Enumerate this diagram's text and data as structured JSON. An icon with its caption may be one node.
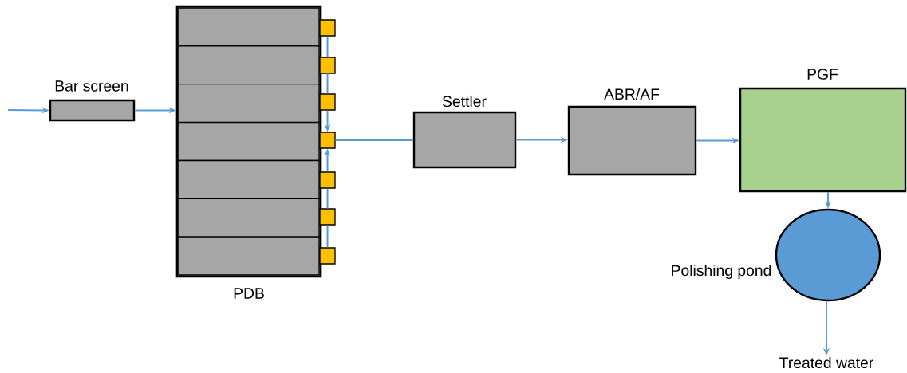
{
  "diagram": {
    "nodes": [
      {
        "text": [
          "Bar screen"
        ]
      },
      {
        "text": [
          "PDB"
        ]
      },
      {
        "text": [],
        "shape": "box",
        "in": 1
      },
      {
        "text": [],
        "shape": "box",
        "in": 1
      },
      {
        "text": [],
        "shape": "box",
        "in": 1
      },
      {
        "text": [],
        "shape": "box",
        "in": 1
      },
      {
        "text": [],
        "shape": "box",
        "in": 1
      },
      {
        "text": [],
        "shape": "box",
        "in": 1
      },
      {
        "text": [],
        "shape": "box",
        "in": 1
      },
      {
        "text": [],
        "shape": "box"
      },
      {
        "text": [],
        "shape": "box"
      },
      {
        "text": [],
        "shape": "box"
      },
      {
        "text": [],
        "shape": "box"
      },
      {
        "text": [],
        "shape": "box"
      },
      {
        "text": [],
        "shape": "box"
      },
      {
        "text": [],
        "shape": "box"
      },
      {
        "text": [
          "Settler"
        ]
      },
      {
        "text": [
          "ABR/AF"
        ]
      },
      {
        "text": [
          "PGF"
        ]
      },
      {
        "text": [
          "Polishing pond"
        ]
      },
      {
        "text": [
          "Treated water"
        ]
      }
    ],
    "edges": [
      {
        "from": null,
        "to": 0,
        "arrow": "to"
      },
      {
        "from": 0,
        "to": 1,
        "arrow": "to"
      },
      {
        "from": 9,
        "to": 10,
        "arrow": "none"
      },
      {
        "from": 10,
        "to": 11,
        "arrow": "none"
      },
      {
        "from": 11,
        "to": 12,
        "arrow": "to"
      },
      {
        "from": 15,
        "to": 14,
        "arrow": "none"
      },
      {
        "from": 14,
        "to": 13,
        "arrow": "none"
      },
      {
        "from": 13,
        "to": 12,
        "arrow": "to"
      },
      {
        "from": 12,
        "to": 16,
        "arrow": "none"
      },
      {
        "from": 16,
        "to": 17,
        "arrow": "to"
      },
      {
        "from": 17,
        "to": 18,
        "arrow": "to"
      },
      {
        "from": 18,
        "to": 19,
        "arrow": "to"
      },
      {
        "from": 19,
        "to": 20,
        "arrow": "to"
      }
    ]
  }
}
